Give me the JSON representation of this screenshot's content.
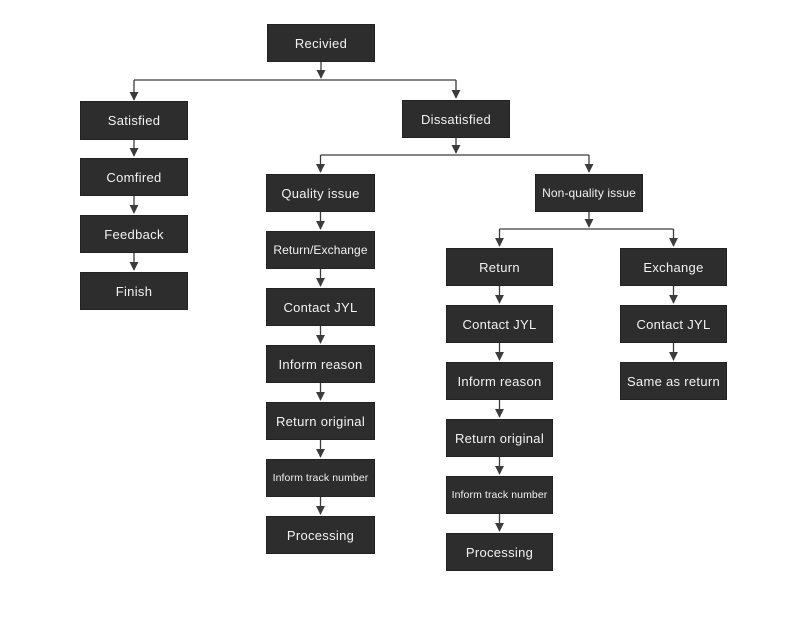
{
  "colors": {
    "background": "#ffffff",
    "node_bg": "#2d2d2d",
    "node_text": "#f2f2f2",
    "connector": "#3c3c3c"
  },
  "nodes": {
    "received": {
      "label": "Recivied"
    },
    "satisfied": {
      "label": "Satisfied"
    },
    "comfired": {
      "label": "Comfired"
    },
    "feedback": {
      "label": "Feedback"
    },
    "finish": {
      "label": "Finish"
    },
    "dissatisfied": {
      "label": "Dissatisfied"
    },
    "quality_issue": {
      "label": "Quality issue"
    },
    "return_exchange": {
      "label": "Return/Exchange"
    },
    "contact_jyl_quality": {
      "label": "Contact JYL"
    },
    "inform_reason_quality": {
      "label": "Inform reason"
    },
    "return_original_quality": {
      "label": "Return original"
    },
    "inform_track_quality": {
      "label": "Inform track number"
    },
    "processing_quality": {
      "label": "Processing"
    },
    "non_quality_issue": {
      "label": "Non-quality issue"
    },
    "return_branch": {
      "label": "Return"
    },
    "contact_jyl_return": {
      "label": "Contact JYL"
    },
    "inform_reason_return": {
      "label": "Inform reason"
    },
    "return_original_return": {
      "label": "Return original"
    },
    "inform_track_return": {
      "label": "Inform track number"
    },
    "processing_return": {
      "label": "Processing"
    },
    "exchange_branch": {
      "label": "Exchange"
    },
    "contact_jyl_exchange": {
      "label": "Contact JYL"
    },
    "same_as_return": {
      "label": "Same as return"
    }
  },
  "edges": [
    {
      "from": "received",
      "to": "satisfied"
    },
    {
      "from": "received",
      "to": "dissatisfied"
    },
    {
      "from": "satisfied",
      "to": "comfired"
    },
    {
      "from": "comfired",
      "to": "feedback"
    },
    {
      "from": "feedback",
      "to": "finish"
    },
    {
      "from": "dissatisfied",
      "to": "quality_issue"
    },
    {
      "from": "dissatisfied",
      "to": "non_quality_issue"
    },
    {
      "from": "quality_issue",
      "to": "return_exchange"
    },
    {
      "from": "return_exchange",
      "to": "contact_jyl_quality"
    },
    {
      "from": "contact_jyl_quality",
      "to": "inform_reason_quality"
    },
    {
      "from": "inform_reason_quality",
      "to": "return_original_quality"
    },
    {
      "from": "return_original_quality",
      "to": "inform_track_quality"
    },
    {
      "from": "inform_track_quality",
      "to": "processing_quality"
    },
    {
      "from": "non_quality_issue",
      "to": "return_branch"
    },
    {
      "from": "non_quality_issue",
      "to": "exchange_branch"
    },
    {
      "from": "return_branch",
      "to": "contact_jyl_return"
    },
    {
      "from": "contact_jyl_return",
      "to": "inform_reason_return"
    },
    {
      "from": "inform_reason_return",
      "to": "return_original_return"
    },
    {
      "from": "return_original_return",
      "to": "inform_track_return"
    },
    {
      "from": "inform_track_return",
      "to": "processing_return"
    },
    {
      "from": "exchange_branch",
      "to": "contact_jyl_exchange"
    },
    {
      "from": "contact_jyl_exchange",
      "to": "same_as_return"
    }
  ]
}
